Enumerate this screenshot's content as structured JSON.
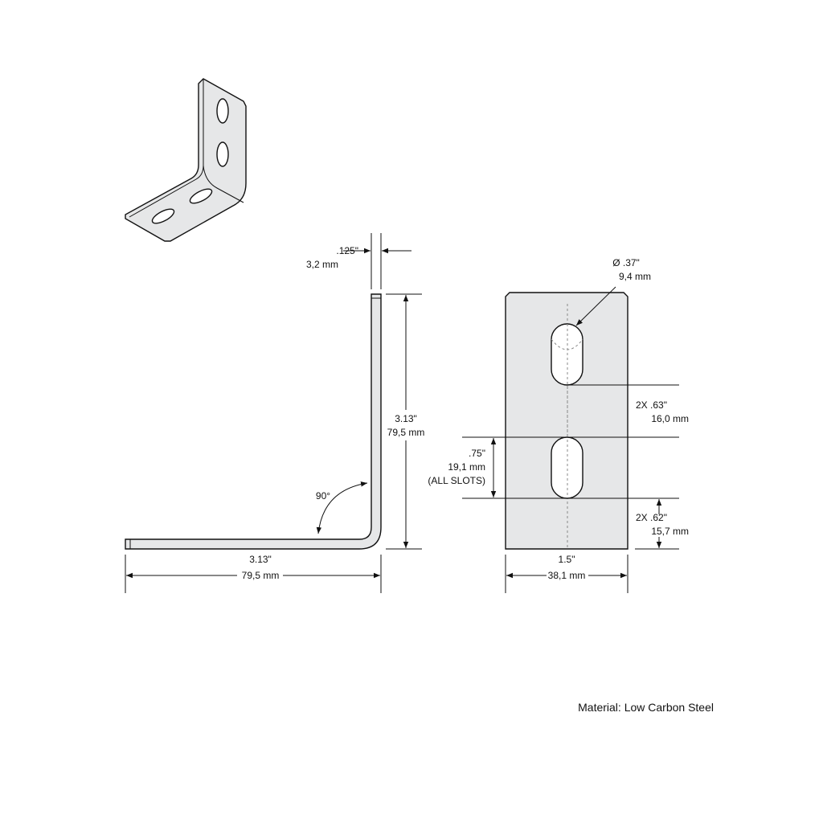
{
  "thickness": {
    "inch": ".125\"",
    "mm": "3,2 mm"
  },
  "leg_height": {
    "inch": "3.13\"",
    "mm": "79,5 mm"
  },
  "leg_length": {
    "inch": "3.13\"",
    "mm": "79,5 mm"
  },
  "angle": "90°",
  "hole_diameter": {
    "inch": "Ø .37\"",
    "mm": "9,4 mm"
  },
  "slot_spacing": {
    "inch": "2X .63\"",
    "mm": "16,0 mm"
  },
  "slot_length": {
    "inch": ".75\"",
    "mm": "19,1 mm",
    "note": "(ALL SLOTS)"
  },
  "edge_distance": {
    "inch": "2X .62\"",
    "mm": "15,7 mm"
  },
  "width": {
    "inch": "1.5\"",
    "mm": "38,1 mm"
  },
  "material": "Material: Low Carbon Steel",
  "colors": {
    "part_fill": "#e6e7e8",
    "line": "#111111"
  }
}
